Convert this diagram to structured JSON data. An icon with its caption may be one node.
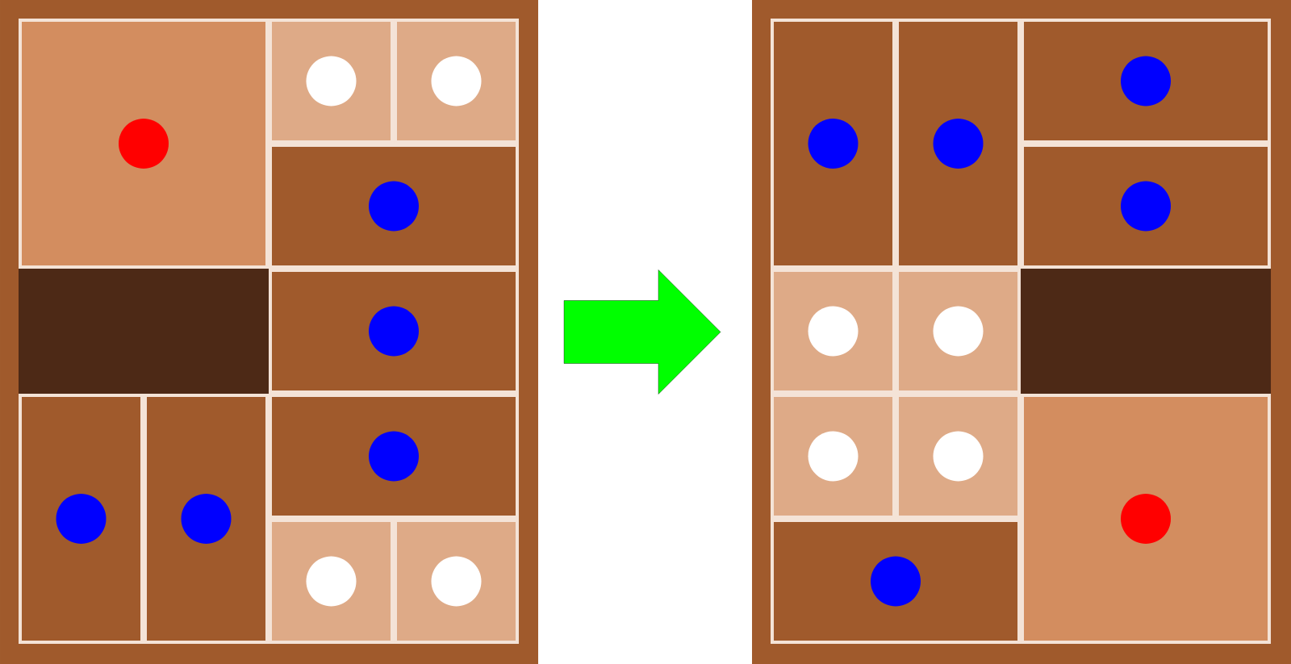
{
  "diagram": {
    "nodes": [
      {
        "text": [],
        "shape": "picture"
      },
      {
        "text": [],
        "shape": "picture"
      }
    ],
    "edges": [
      {
        "from": 0,
        "to": 1,
        "arrow": "to",
        "color": "#00ff00"
      }
    ]
  }
}
